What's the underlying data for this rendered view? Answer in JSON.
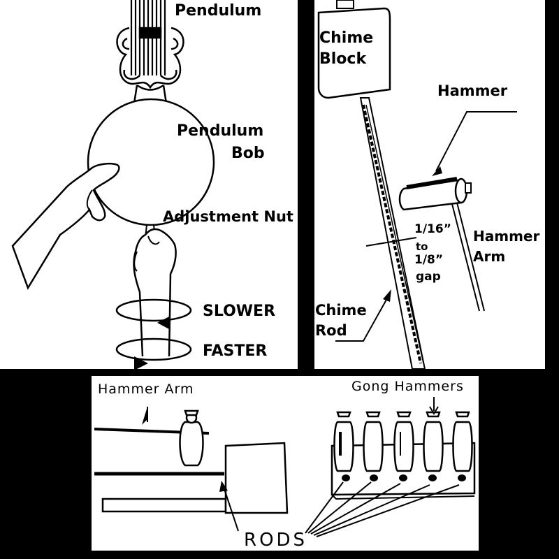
{
  "panel_a": {
    "pendulum_label": "Pendulum",
    "bob_label_line1": "Pendulum",
    "bob_label_line2": "Bob",
    "nut_label": "Adjustment Nut",
    "slower_label": "SLOWER",
    "faster_label": "FASTER"
  },
  "panel_b": {
    "block_label_line1": "Chime",
    "block_label_line2": "Block",
    "hammer_label": "Hammer",
    "hammer_arm_line1": "Hammer",
    "hammer_arm_line2": "Arm",
    "gap_line1": "1/16”",
    "gap_line2": "to",
    "gap_line3": "1/8”",
    "gap_line4": "gap",
    "rod_label_line1": "Chime",
    "rod_label_line2": "Rod"
  },
  "panel_c": {
    "hammer_arm_label": "Hammer Arm",
    "gong_hammers_label": "Gong Hammers",
    "rods_label": "RODS"
  }
}
